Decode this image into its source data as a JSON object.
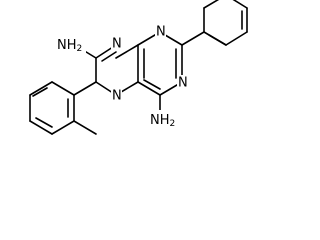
{
  "molecule": {
    "labels": {
      "amine_top": "NH",
      "amine_top_sub": "2",
      "amine_bottom": "NH",
      "amine_bottom_sub": "2",
      "n1": "N",
      "n2": "N",
      "n3": "N",
      "n4": "N"
    }
  },
  "colors": {
    "bond": "#000000",
    "text": "#000000",
    "background": "#ffffff"
  }
}
